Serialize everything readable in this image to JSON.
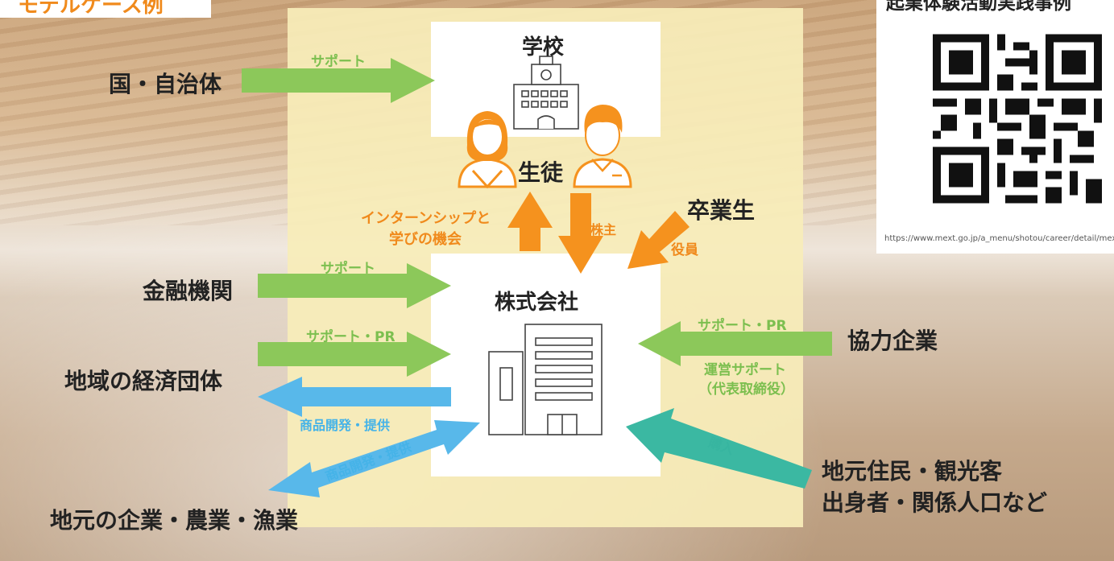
{
  "title": "モデルケース例",
  "qr": {
    "title": "起業体験活動実践事例",
    "url": "https://www.mext.go.jp/a_menu/shotou/career/detail/mext_"
  },
  "nodes": {
    "school": "学校",
    "students": "生徒",
    "company": "株式会社",
    "government": "国・自治体",
    "finance": "金融機関",
    "economic_groups": "地域の経済団体",
    "local_industry": "地元の企業・農業・漁業",
    "graduates": "卒業生",
    "partners": "協力企業",
    "residents_line1": "地元住民・観光客",
    "residents_line2": "出身者・関係人口など"
  },
  "edge_labels": {
    "gov_support": "サポート",
    "internship_line1": "インターンシップと",
    "internship_line2": "学びの機会",
    "shareholder": "株主",
    "officer": "役員",
    "finance_support": "サポート",
    "econ_support_pr": "サポート・PR",
    "econ_product_dev": "商品開発・提供",
    "local_product_dev": "商品開発・提供",
    "partner_support_pr": "サポート・PR",
    "partner_ops_line1": "運営サポート",
    "partner_ops_line2": "（代表取締役）",
    "purchase": "購入"
  },
  "colors": {
    "green": "#8cc85a",
    "orange": "#f5921e",
    "blue": "#58b8ea",
    "teal": "#3bb8a2",
    "panel": "#f8edb9"
  }
}
